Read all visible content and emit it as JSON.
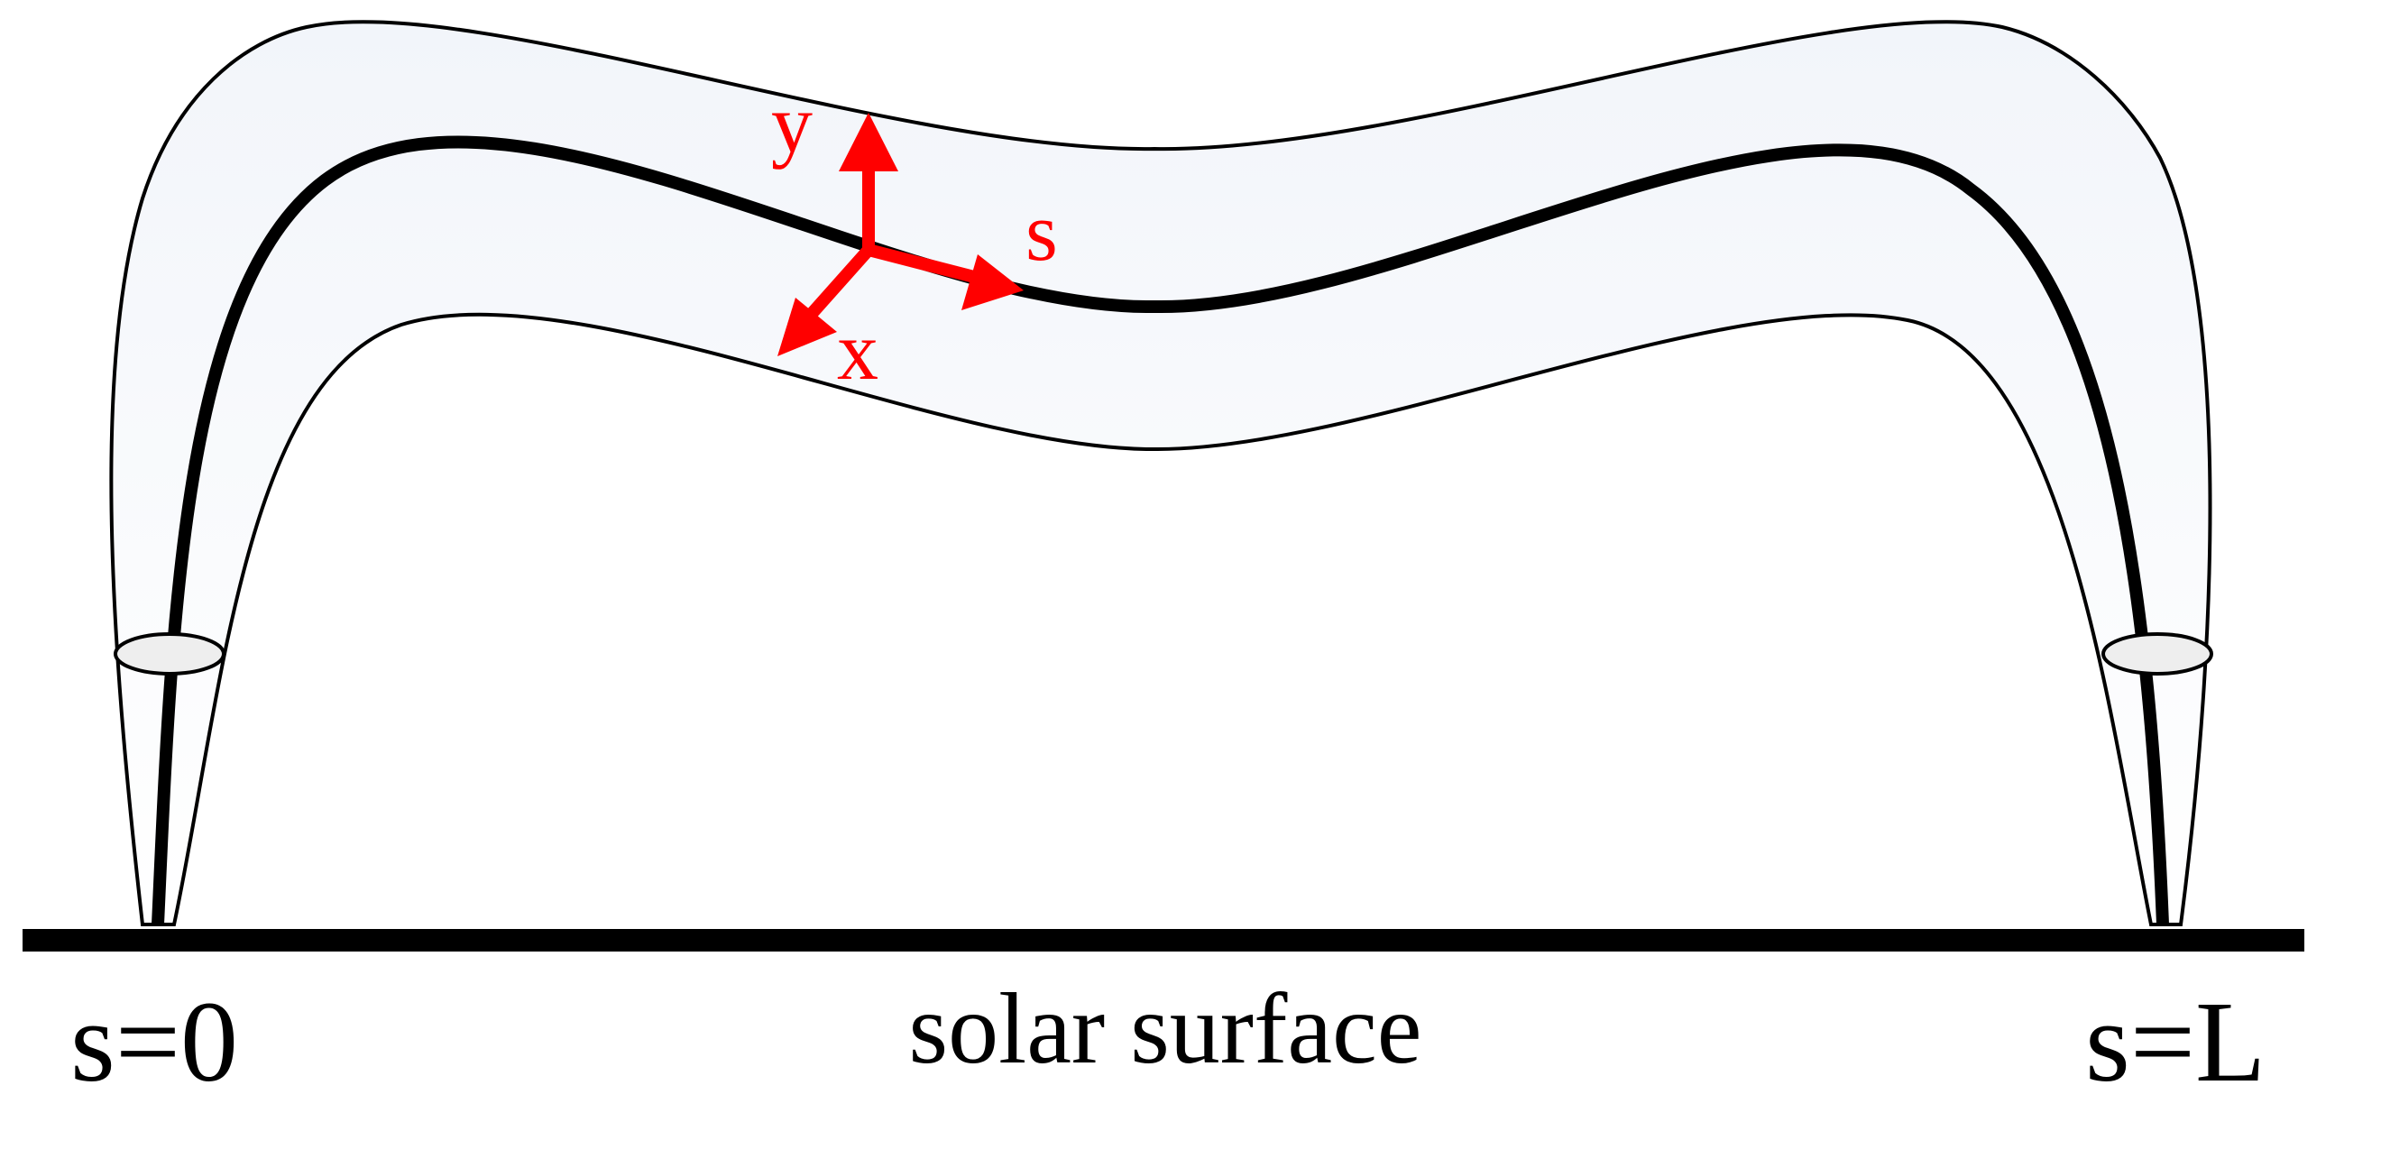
{
  "labels": {
    "start": "s=0",
    "surface": "solar surface",
    "end": "s=L"
  },
  "axes": {
    "y": "y",
    "s": "s",
    "x": "x"
  },
  "colors": {
    "axis": "#ff0000",
    "tube_fill": "#f5f7fb",
    "footpoint_fill": "#eeeeee",
    "ink": "#000000"
  }
}
